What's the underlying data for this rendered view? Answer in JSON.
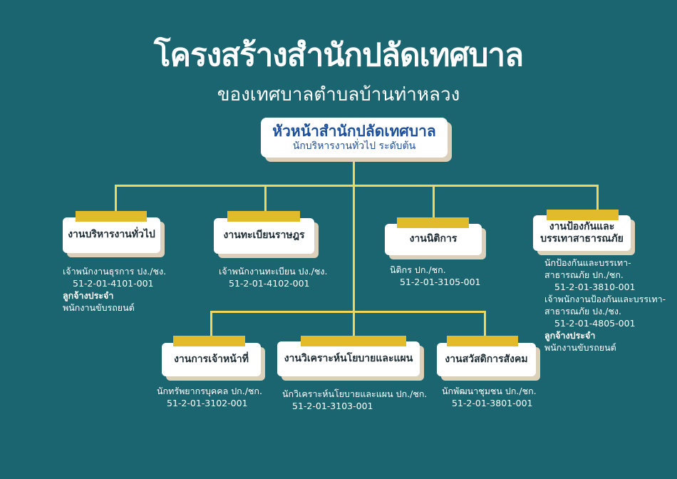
{
  "title": "โครงสร้างสำนักปลัดเทศบาล",
  "subtitle": "ของเทศบาลตำบลบ้านท่าหลวง",
  "head": {
    "name": "หัวหน้าสำนักปลัดเทศบาล",
    "position": "นักบริหารงานทั่วไป ระดับต้น"
  },
  "units": [
    {
      "name": "งานบริหารงานทั่วไป",
      "lines": [
        "เจ้าพนักงานธุรการ ปง./ชง.",
        "51-2-01-4101-001"
      ],
      "emp_label": "ลูกจ้างประจำ",
      "emp": "พนักงานขับรถยนต์"
    },
    {
      "name": "งานทะเบียนราษฎร",
      "lines": [
        "เจ้าพนักงานทะเบียน ปง./ชง.",
        "51-2-01-4102-001"
      ]
    },
    {
      "name": "งานนิติการ",
      "lines": [
        "นิติกร ปก./ชก.",
        "51-2-01-3105-001"
      ]
    },
    {
      "name_1": "งานป้องกันและ",
      "name_2": "บรรเทาสาธารณภัย",
      "lines": [
        "นักป้องกันและบรรเทา-",
        "สาธารณภัย ปก./ชก.",
        "51-2-01-3810-001",
        "เจ้าพนักงานป้องกันและบรรเทา-",
        "สาธารณภัย ปง./ชง.",
        "51-2-01-4805-001"
      ],
      "emp_label": "ลูกจ้างประจำ",
      "emp": "พนักงานขับรถยนต์"
    },
    {
      "name": "งานการเจ้าหน้าที่",
      "lines": [
        "นักทรัพยากรบุคคล ปก./ชก.",
        "51-2-01-3102-001"
      ]
    },
    {
      "name": "งานวิเคราะห์นโยบายและแผน",
      "lines": [
        "นักวิเคราะห์นโยบายและแผน ปก./ชก.",
        "51-2-01-3103-001"
      ]
    },
    {
      "name": "งานสวัสดิการสังคม",
      "lines": [
        "นักพัฒนาชุมชน ปก./ชก.",
        "51-2-01-3801-001"
      ]
    }
  ],
  "colors": {
    "background": "#1b6570",
    "line": "#f1d65a",
    "tab": "#e2bb2c",
    "head_text": "#1c4f9c"
  }
}
